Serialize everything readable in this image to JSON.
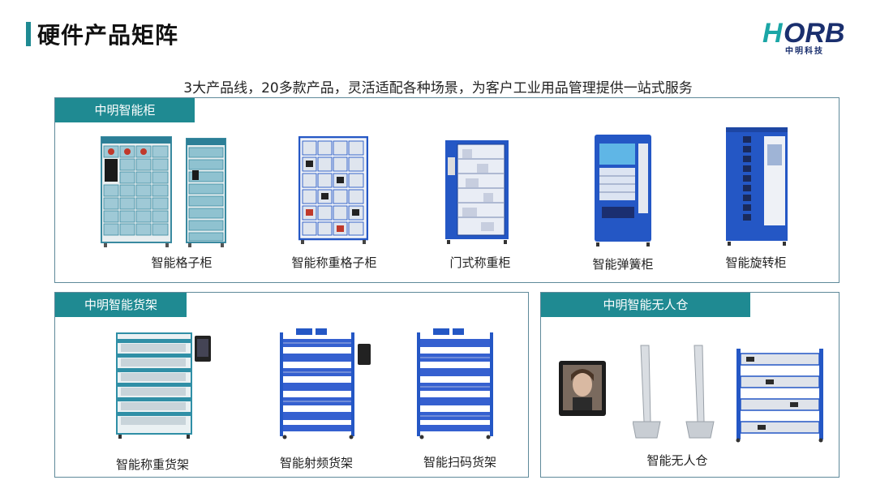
{
  "header": {
    "title": "硬件产品矩阵",
    "logo_text": "HORB",
    "logo_sub": "中明科技"
  },
  "subtitle": "3大产品线，20多款产品，灵活适配各种场景，为客户工业用品管理提供一站式服务",
  "sections": {
    "cabinets": {
      "tab": "中明智能柜",
      "products": [
        "智能格子柜",
        "智能称重格子柜",
        "门式称重柜",
        "智能弹簧柜",
        "智能旋转柜"
      ]
    },
    "shelves": {
      "tab": "中明智能货架",
      "products": [
        "智能称重货架",
        "智能射频货架",
        "智能扫码货架"
      ]
    },
    "warehouse": {
      "tab": "中明智能无人仓",
      "products": [
        "智能无人仓"
      ]
    }
  },
  "colors": {
    "accent": "#1f8a92",
    "panel_border": "#5f8a9a",
    "cabinet_blue": "#2457c5",
    "logo_teal": "#1ba6a6",
    "logo_navy": "#1a2f6e"
  }
}
